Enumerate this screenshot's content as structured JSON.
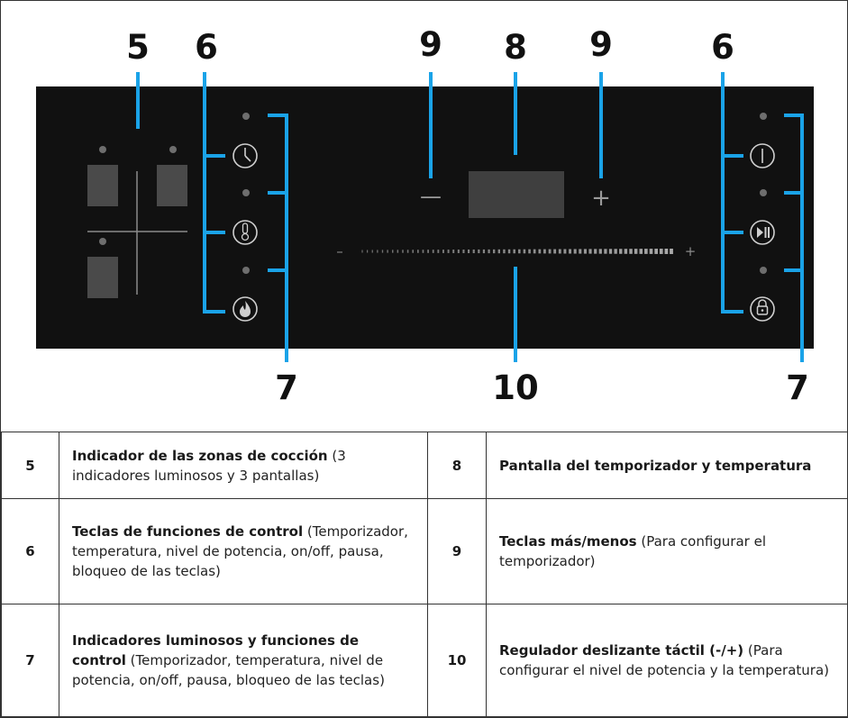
{
  "callouts": {
    "n5": "5",
    "n6_left": "6",
    "n9_left": "9",
    "n8": "8",
    "n9_right": "9",
    "n6_right": "6",
    "n7_left": "7",
    "n10": "10",
    "n7_right": "7"
  },
  "panel": {
    "minus_key": "—",
    "plus_key": "+",
    "slider_minus": "–",
    "slider_plus": "+"
  },
  "icons": {
    "timer": "clock-icon",
    "temperature": "thermometer-icon",
    "power_level": "flame-icon",
    "on_off": "power-icon",
    "pause": "play-pause-icon",
    "lock": "lock-icon"
  },
  "colors": {
    "panel": "#111111",
    "callout_line": "#1aa3e8",
    "panel_line": "#8a8a8a"
  },
  "legend": [
    {
      "left_num": "5",
      "left_bold": "Indicador de las zonas de cocción",
      "left_text": " (3 indicadores luminosos y 3 pantallas)",
      "right_num": "8",
      "right_bold": "Pantalla del temporizador y temperatura",
      "right_text": ""
    },
    {
      "left_num": "6",
      "left_bold": "Teclas de funciones de control",
      "left_text": " (Temporizador, temperatura, nivel de potencia, on/off, pausa, bloqueo de las teclas)",
      "right_num": "9",
      "right_bold": "Teclas más/menos",
      "right_text": " (Para configurar el temporizador)"
    },
    {
      "left_num": "7",
      "left_bold": "Indicadores luminosos y funciones de control",
      "left_text": " (Temporizador, temperatura, nivel de potencia, on/off, pausa, bloqueo de las teclas)",
      "right_num": "10",
      "right_bold": "Regulador deslizante táctil (-/+)",
      "right_text": " (Para configurar el nivel de potencia y la temperatura)"
    }
  ]
}
